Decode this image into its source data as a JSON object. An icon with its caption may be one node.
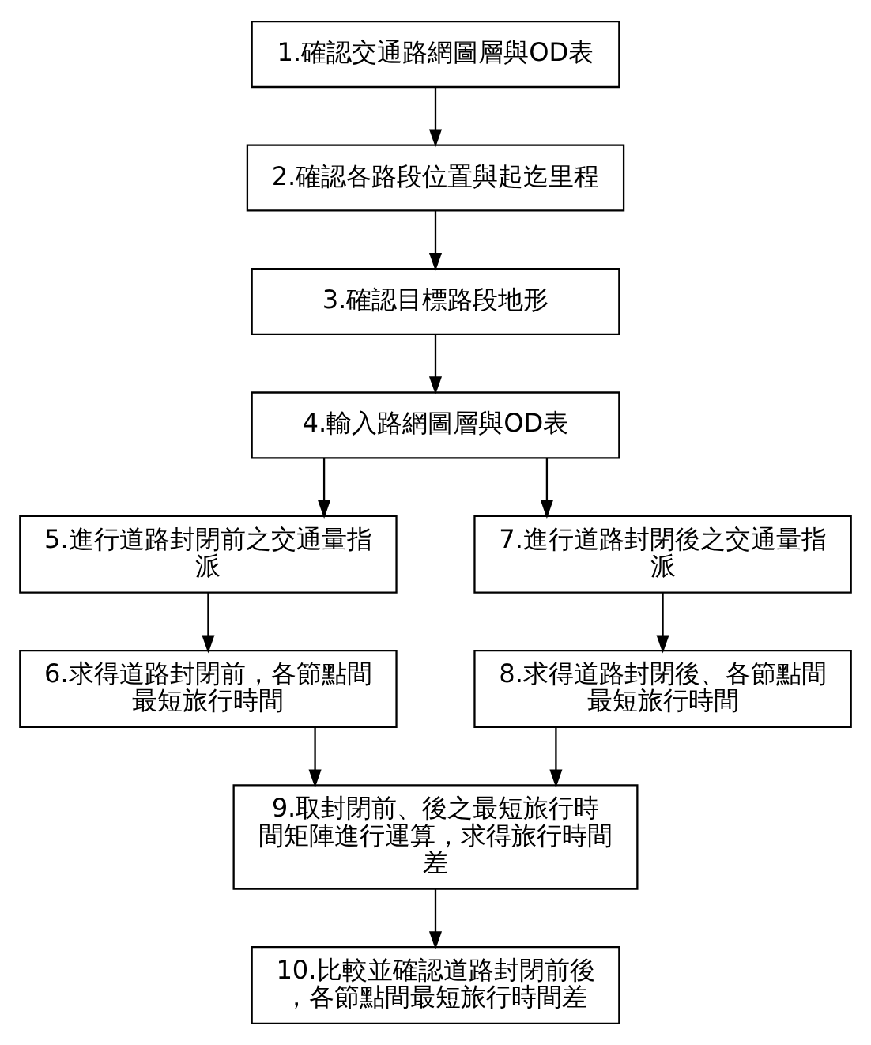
{
  "diagram": {
    "nodes": [
      {
        "text": [
          "1.確認交通路網圖層與OD表"
        ]
      },
      {
        "text": [
          "2.確認各路段位置與起迄里程"
        ]
      },
      {
        "text": [
          "3.確認目標路段地形"
        ]
      },
      {
        "text": [
          "4.輸入路網圖層與OD表"
        ]
      },
      {
        "text": [
          "5.進行道路封閉前之交通量指派"
        ]
      },
      {
        "text": [
          "7.進行道路封閉後之交通量指派"
        ]
      },
      {
        "text": [
          "6.求得道路封閉前，各節點間最短旅行時間"
        ]
      },
      {
        "text": [
          "8.求得道路封閉後、各節點間最短旅行時間"
        ]
      },
      {
        "text": [
          "9.取封閉前、後之最短旅行時間矩陣進行運算，求得旅行時間差"
        ]
      },
      {
        "text": [
          "10.比較並確認道路封閉前後，各節點間最短旅行時間差"
        ]
      }
    ],
    "edges": [
      {
        "from": 0,
        "to": 1,
        "arrow": "to"
      },
      {
        "from": 1,
        "to": 2,
        "arrow": "to"
      },
      {
        "from": 2,
        "to": 3,
        "arrow": "to"
      },
      {
        "from": 3,
        "to": 4,
        "arrow": "to"
      },
      {
        "from": 3,
        "to": 5,
        "arrow": "to"
      },
      {
        "from": 4,
        "to": 6,
        "arrow": "to"
      },
      {
        "from": 5,
        "to": 7,
        "arrow": "to"
      },
      {
        "from": 6,
        "to": 8,
        "arrow": "to"
      },
      {
        "from": 7,
        "to": 8,
        "arrow": "to"
      },
      {
        "from": 8,
        "to": 9,
        "arrow": "to"
      }
    ]
  }
}
